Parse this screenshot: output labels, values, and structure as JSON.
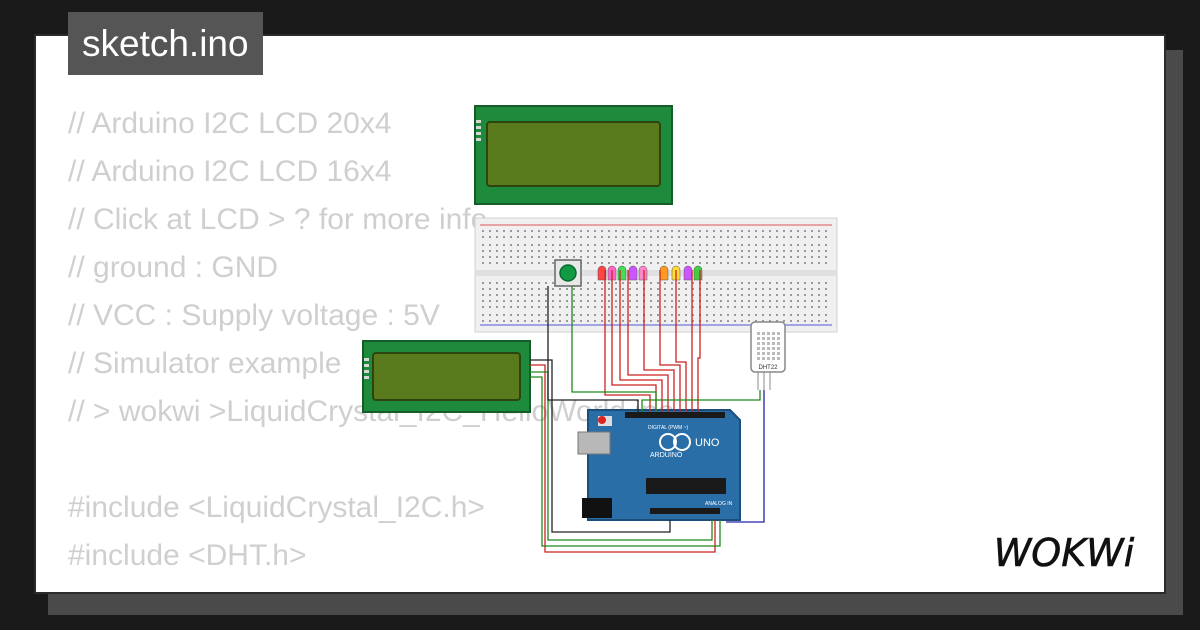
{
  "header": {
    "filename": "sketch.ino"
  },
  "code": {
    "lines": [
      "// Arduino I2C LCD 20x4",
      "// Arduino I2C LCD 16x4",
      "// Click at LCD > ? for more info",
      "// ground : GND",
      "// VCC : Supply voltage : 5V",
      "// Simulator example",
      "// > wokwi >LiquidCrystal_I2C_HelloWorld.ino",
      "",
      "#include <LiquidCrystal_I2C.h>",
      "#include <DHT.h>"
    ]
  },
  "diagram": {
    "dht_label": "DHT22",
    "board_brand": "ARDUINO",
    "board_model": "UNO",
    "board_digital_label": "DIGITAL (PWM ~)",
    "board_analog_label": "ANALOG IN",
    "led_colors": [
      "#ff4444",
      "#ff66cc",
      "#44dd55",
      "#cc55ff",
      "#ff88cc",
      "#ff9922",
      "#ffdd33",
      "#cc55ff",
      "#44cc44"
    ]
  },
  "brand": {
    "logo_text": "WOKWi"
  },
  "colors": {
    "lcd_board": "#1e8a3c",
    "lcd_screen": "#5a7a1e",
    "arduino_blue": "#2a6ea8",
    "breadboard": "#f0f0f0",
    "wire_red": "#cc2222",
    "wire_green": "#1e8a1e",
    "wire_black": "#222222",
    "wire_blue": "#2222aa"
  }
}
